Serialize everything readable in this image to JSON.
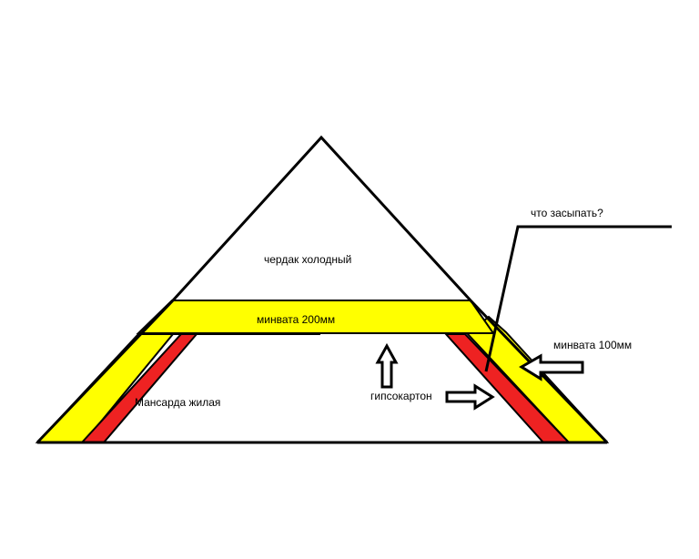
{
  "labels": {
    "attic": "чердак холодный",
    "mineral_wool_200": "минвата 200мм",
    "living_attic": "Мансарда жилая",
    "drywall": "гипсокартон",
    "question": "что засыпать?",
    "mineral_wool_100": "минвата 100мм"
  },
  "colors": {
    "insulation": "#ffff00",
    "drywall": "#ee2222",
    "outline": "#000000",
    "background": "#ffffff"
  }
}
